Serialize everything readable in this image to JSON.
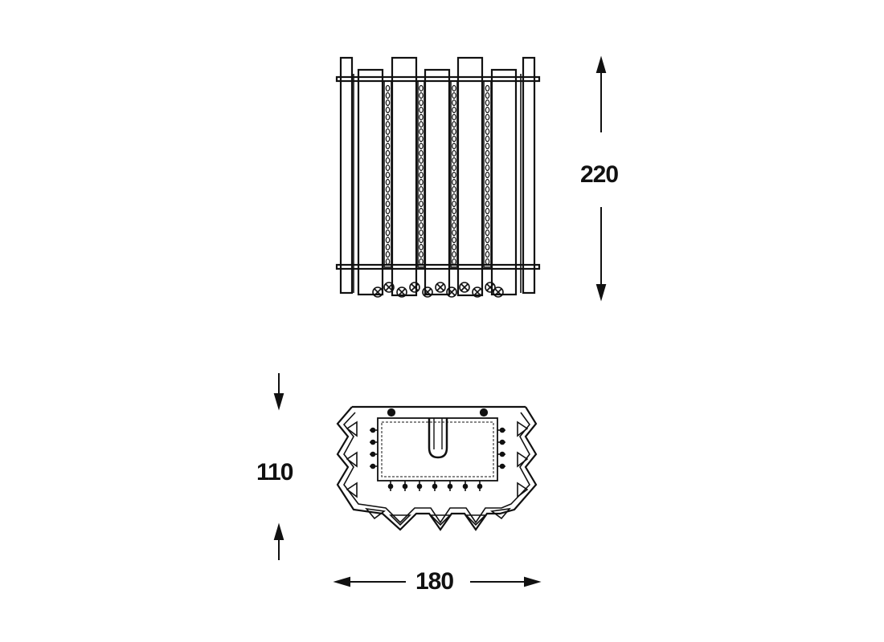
{
  "dimensions": {
    "height": "220",
    "depth": "110",
    "width": "180"
  },
  "colors": {
    "line": "#111111",
    "background": "#ffffff"
  },
  "views": [
    "front-elevation",
    "top-plan"
  ]
}
